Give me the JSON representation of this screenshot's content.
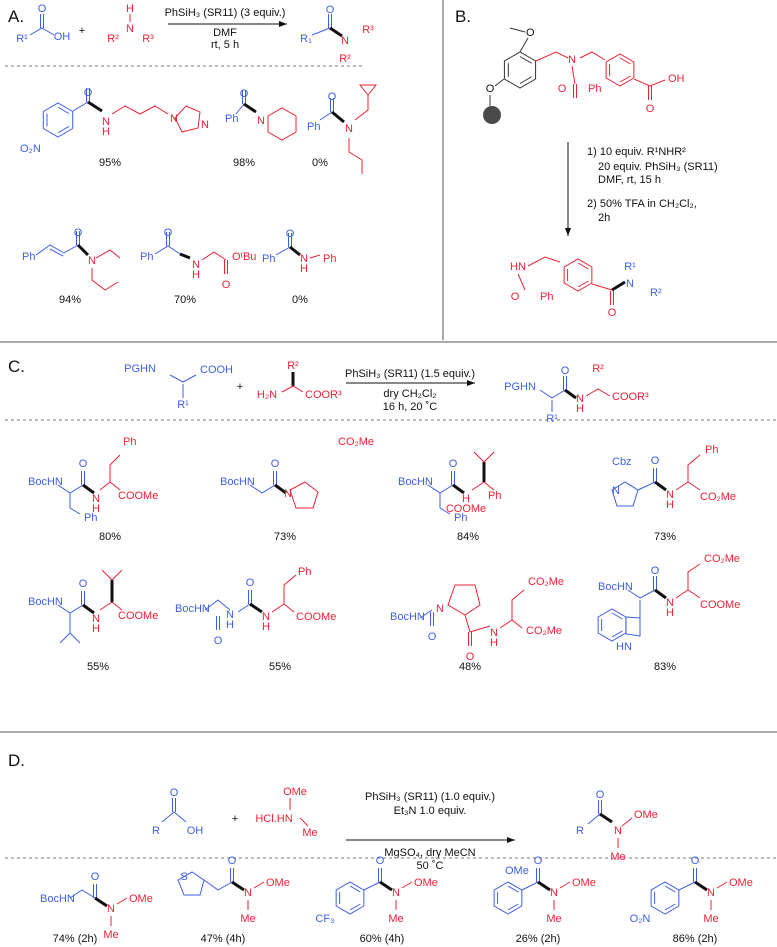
{
  "colors": {
    "blue": "#3d5fe6",
    "red": "#ec2336",
    "black": "#111111",
    "resin": "#4a4a4a"
  },
  "panel_a": {
    "label": "A.",
    "conditions": [
      "PhSiH₃ (SR11) (3 equiv.)",
      "DMF",
      "rt,  5 h"
    ],
    "plus": "+",
    "acid": {
      "o": "O",
      "oh": "OH",
      "r": "R¹"
    },
    "amine": {
      "h": "H",
      "n": "N",
      "r2": "R²",
      "r3": "R³"
    },
    "product": {
      "o": "O",
      "n": "N",
      "r1": "R₁",
      "r2": "R²",
      "r3": "R³"
    },
    "compounds": [
      {
        "atoms": [
          "O",
          "N",
          "H",
          "N",
          "N",
          "O₂N"
        ],
        "yield": "95%"
      },
      {
        "atoms": [
          "O",
          "Ph",
          "N"
        ],
        "yield": "98%"
      },
      {
        "atoms": [
          "O",
          "Ph",
          "N"
        ],
        "yield": "0%"
      },
      {
        "atoms": [
          "O",
          "Ph",
          "N"
        ],
        "yield": "94%"
      },
      {
        "atoms": [
          "O",
          "Ph",
          "N",
          "H",
          "O",
          "OᵗBu"
        ],
        "yield": "70%"
      },
      {
        "atoms": [
          "O",
          "Ph",
          "N",
          "H",
          "Ph"
        ],
        "yield": "0%"
      }
    ]
  },
  "panel_b": {
    "label": "B.",
    "resin_atoms": [
      "O",
      "O",
      "N",
      "O",
      "Ph",
      "OH",
      "O"
    ],
    "steps": [
      "1) 10 equiv. R¹NHR²",
      "20 equiv.  PhSiH₃ (SR11)",
      "DMF, rt, 15 h",
      "2) 50% TFA in CH₂Cl₂,",
      "2h"
    ],
    "product_atoms": [
      "HN",
      "O",
      "Ph",
      "O",
      "N",
      "R¹",
      "R²"
    ]
  },
  "panel_c": {
    "label": "C.",
    "conditions": [
      "PhSiH₃ (SR11) (1.5 equiv.)",
      "dry CH₂Cl₂",
      "16 h, 20 ˚C"
    ],
    "plus": "+",
    "reactant1": {
      "pghn": "PGHN",
      "cooh": "COOH",
      "r1": "R¹"
    },
    "reactant2": {
      "r2": "R²",
      "h2n": "H₂N",
      "coor3": "COOR³"
    },
    "product": {
      "pghn": "PGHN",
      "o": "O",
      "r2": "R²",
      "n": "N",
      "h": "H",
      "coor3": "COOR³",
      "r1": "R¹"
    },
    "compounds": [
      {
        "atoms": [
          "BocHN",
          "O",
          "Ph",
          "N",
          "H",
          "COOMe",
          "Ph"
        ],
        "yield": "80%"
      },
      {
        "atoms": [
          "BocHN",
          "O",
          "CO₂Me",
          "N"
        ],
        "yield": "73%"
      },
      {
        "atoms": [
          "BocHN",
          "O",
          "N",
          "H",
          "COOMe",
          "Ph"
        ],
        "yield": "84%"
      },
      {
        "atoms": [
          "Cbz",
          "O",
          "Ph",
          "N",
          "N",
          "H",
          "CO₂Me"
        ],
        "yield": "73%"
      },
      {
        "atoms": [
          "BocHN",
          "O",
          "N",
          "H",
          "COOMe"
        ],
        "yield": "55%"
      },
      {
        "atoms": [
          "BocHN",
          "N",
          "H",
          "O",
          "O",
          "Ph",
          "N",
          "H",
          "COOMe"
        ],
        "yield": "55%"
      },
      {
        "atoms": [
          "BocHN",
          "N",
          "O",
          "CO₂Me",
          "O",
          "N",
          "H",
          "CO₂Me"
        ],
        "yield": "48%"
      },
      {
        "atoms": [
          "BocHN",
          "O",
          "CO₂Me",
          "N",
          "H",
          "COOMe",
          "HN"
        ],
        "yield": "83%"
      }
    ]
  },
  "panel_d": {
    "label": "D.",
    "conditions": [
      "PhSiH₃ (SR11) (1.0 equiv.)",
      "Et₃N 1.0 equiv.",
      "MgSO₄, dry MeCN",
      "50 ˚C"
    ],
    "plus": "+",
    "acid": {
      "o": "O",
      "r": "R",
      "oh": "OH"
    },
    "amine": {
      "ome": "OMe",
      "hcl": "HCl.HN",
      "me": "Me"
    },
    "product": {
      "o": "O",
      "r": "R",
      "n": "N",
      "ome": "OMe",
      "me": "Me"
    },
    "compounds": [
      {
        "atoms": [
          "BocHN",
          "O",
          "N",
          "OMe",
          "Me"
        ],
        "yield": "74% (2h)"
      },
      {
        "atoms": [
          "S",
          "O",
          "N",
          "OMe",
          "Me"
        ],
        "yield": "47% (4h)"
      },
      {
        "atoms": [
          "CF₃",
          "O",
          "N",
          "OMe",
          "Me"
        ],
        "yield": "60% (4h)"
      },
      {
        "atoms": [
          "OMe",
          "O",
          "N",
          "OMe",
          "Me"
        ],
        "yield": "26% (2h)"
      },
      {
        "atoms": [
          "O₂N",
          "O",
          "N",
          "OMe",
          "Me"
        ],
        "yield": "86% (2h)"
      }
    ]
  }
}
